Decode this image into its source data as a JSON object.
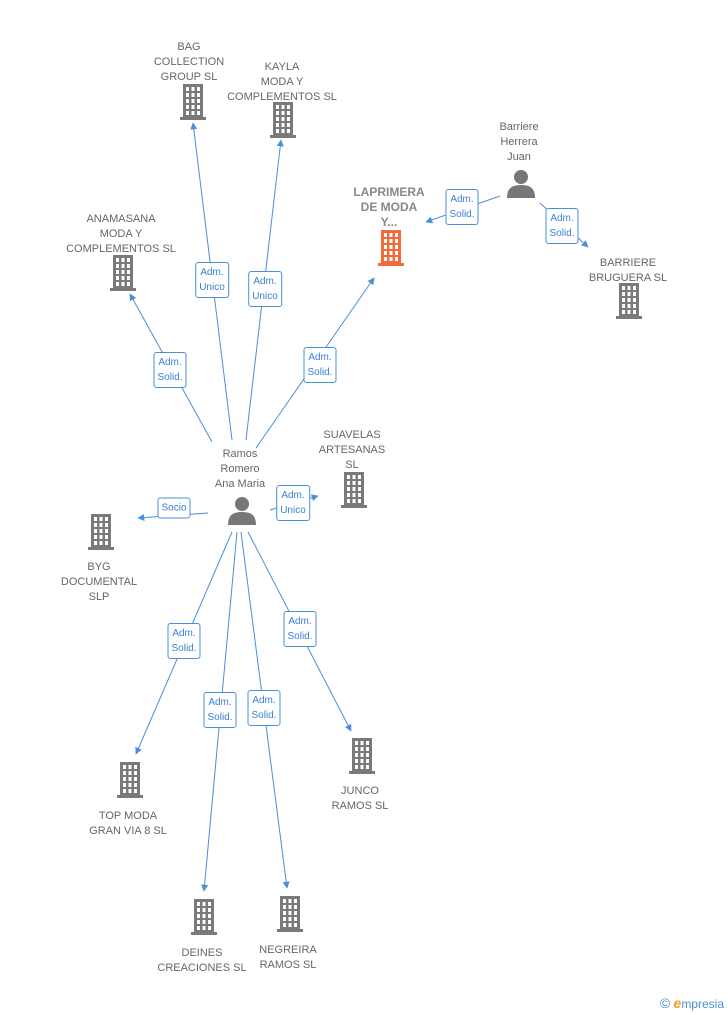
{
  "colors": {
    "company": "#7a7a7a",
    "main_company": "#f26b3a",
    "person": "#777777",
    "edge": "#4a90d9"
  },
  "nodes": [
    {
      "id": "bag",
      "type": "company",
      "lines": [
        "BAG",
        "COLLECTION",
        "GROUP  SL"
      ]
    },
    {
      "id": "kayla",
      "type": "company",
      "lines": [
        "KAYLA",
        "MODA Y",
        "COMPLEMENTOS SL"
      ]
    },
    {
      "id": "laprimera",
      "type": "main",
      "lines": [
        "LAPRIMERA",
        "DE MODA",
        "Y..."
      ]
    },
    {
      "id": "barriere_p",
      "type": "person",
      "lines": [
        "Barriere",
        "Herrera",
        "Juan"
      ]
    },
    {
      "id": "anamasana",
      "type": "company",
      "lines": [
        "ANAMASANA",
        "MODA Y",
        "COMPLEMENTOS SL"
      ]
    },
    {
      "id": "barriere_b",
      "type": "company",
      "lines": [
        "BARRIERE",
        "BRUGUERA SL"
      ]
    },
    {
      "id": "suavelas",
      "type": "company",
      "lines": [
        "SUAVELAS",
        "ARTESANAS",
        "SL"
      ]
    },
    {
      "id": "ramos",
      "type": "person",
      "lines": [
        "Ramos",
        "Romero",
        "Ana Maria"
      ]
    },
    {
      "id": "byg",
      "type": "company",
      "lines": [
        "BYG",
        "DOCUMENTAL",
        "SLP"
      ]
    },
    {
      "id": "topmoda",
      "type": "company",
      "lines": [
        "TOP MODA",
        "GRAN VIA 8  SL"
      ]
    },
    {
      "id": "junco",
      "type": "company",
      "lines": [
        "JUNCO",
        "RAMOS SL"
      ]
    },
    {
      "id": "deines",
      "type": "company",
      "lines": [
        "DEINES",
        "CREACIONES SL"
      ]
    },
    {
      "id": "negreira",
      "type": "company",
      "lines": [
        "NEGREIRA",
        "RAMOS  SL"
      ]
    }
  ],
  "edges": [
    {
      "from": "ramos",
      "to": "bag",
      "lines": [
        "Adm.",
        "Unico"
      ]
    },
    {
      "from": "ramos",
      "to": "kayla",
      "lines": [
        "Adm.",
        "Unico"
      ]
    },
    {
      "from": "ramos",
      "to": "anamasana",
      "lines": [
        "Adm.",
        "Solid."
      ]
    },
    {
      "from": "ramos",
      "to": "laprimera",
      "lines": [
        "Adm.",
        "Solid."
      ]
    },
    {
      "from": "ramos",
      "to": "suavelas",
      "lines": [
        "Adm.",
        "Unico"
      ]
    },
    {
      "from": "ramos",
      "to": "byg",
      "lines": [
        "Socio"
      ]
    },
    {
      "from": "ramos",
      "to": "topmoda",
      "lines": [
        "Adm.",
        "Solid."
      ]
    },
    {
      "from": "ramos",
      "to": "deines",
      "lines": [
        "Adm.",
        "Solid."
      ]
    },
    {
      "from": "ramos",
      "to": "negreira",
      "lines": [
        "Adm.",
        "Solid."
      ]
    },
    {
      "from": "ramos",
      "to": "junco",
      "lines": [
        "Adm.",
        "Solid."
      ]
    },
    {
      "from": "barriere_p",
      "to": "laprimera",
      "lines": [
        "Adm.",
        "Solid."
      ]
    },
    {
      "from": "barriere_p",
      "to": "barriere_b",
      "lines": [
        "Adm.",
        "Solid."
      ]
    }
  ],
  "footer": {
    "copyright": "©",
    "brand_initial": "e",
    "brand_rest": "mpresia"
  }
}
